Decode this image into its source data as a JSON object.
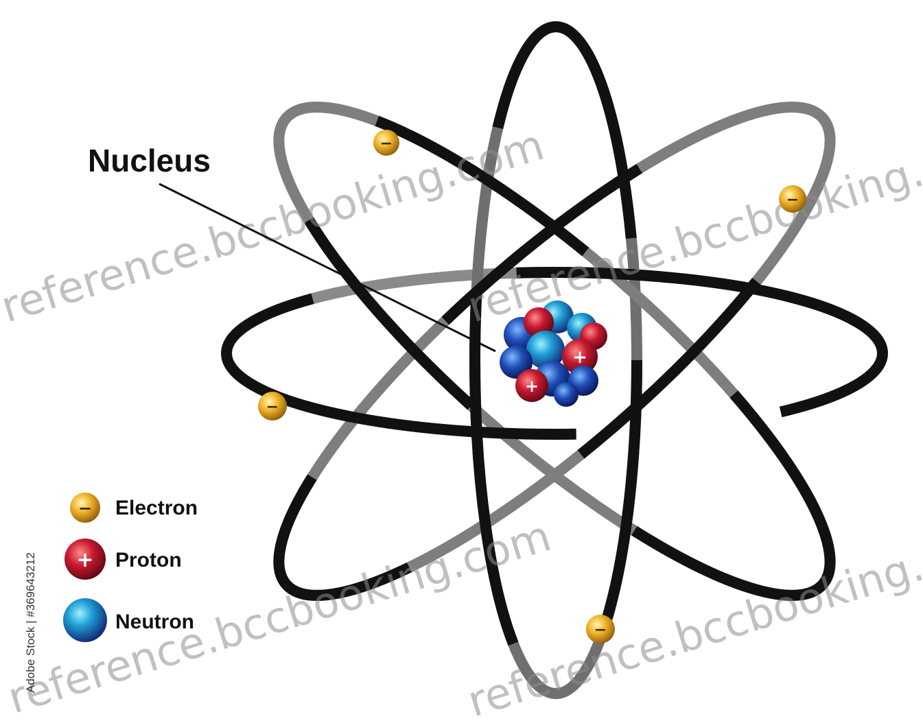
{
  "labels": {
    "nucleus": "Nucleus"
  },
  "legend": [
    {
      "label": "Electron",
      "particle": "electron"
    },
    {
      "label": "Proton",
      "particle": "proton"
    },
    {
      "label": "Neutron",
      "particle": "neutron"
    }
  ],
  "watermark": {
    "text": "reference.bccbooking.com"
  },
  "credit": {
    "text": "Adobe Stock | #369643212"
  },
  "particle_symbols": {
    "electron": "−",
    "proton": "+"
  },
  "colors": {
    "background": "#ffffff",
    "orbit_dark": "#111111",
    "orbit_light": "#8a8a8a",
    "electron": "#e8a623",
    "proton": "#b0152a",
    "neutron": "#1a5fb8",
    "neutron_light": "#2aa7d6"
  }
}
